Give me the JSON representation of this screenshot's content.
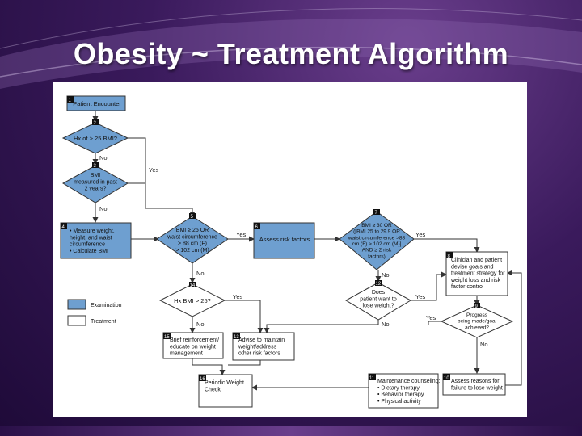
{
  "slide": {
    "title": "Obesity ~ Treatment Algorithm",
    "colors": {
      "exam_fill": "#6e9fd0",
      "treat_fill": "#ffffff",
      "stroke": "#333333"
    }
  },
  "flowchart": {
    "nodes": {
      "n1": {
        "num": "1",
        "lines": [
          "Patient Encounter"
        ]
      },
      "n2": {
        "num": "2",
        "lines": [
          "Hx of > 25 BMI?"
        ]
      },
      "n3": {
        "num": "3",
        "lines": [
          "BMI",
          "measured in past",
          "2 years?"
        ]
      },
      "n4": {
        "num": "4",
        "lines": [
          "• Measure weight,",
          "height, and waist",
          "circumference",
          "• Calculate BMI"
        ]
      },
      "n5": {
        "num": "5",
        "lines": [
          "BMI ≥ 25 OR",
          "waist circumference",
          "> 88 cm (F)",
          "> 102 cm (M)"
        ]
      },
      "n6": {
        "num": "6",
        "lines": [
          "Assess risk factors"
        ]
      },
      "n7": {
        "num": "7",
        "lines": [
          "BMI ≥ 30 OR",
          "([BMI 25 to 29.9 OR",
          "waist circumference >88",
          "cm (F) > 102 cm (M)]",
          "AND ≥ 2 risk",
          "factors)"
        ]
      },
      "n8": {
        "num": "8",
        "lines": [
          "Clinician and patient",
          "devise goals and",
          "treatment strategy for",
          "weight loss and risk",
          "factor control"
        ]
      },
      "n9": {
        "num": "9",
        "lines": [
          "Progress",
          "being made/goal",
          "achieved?"
        ]
      },
      "n10": {
        "num": "10",
        "lines": [
          "Assess reasons for",
          "failure to lose weight"
        ]
      },
      "n11": {
        "num": "11",
        "lines": [
          "Maintenance counseling:",
          "• Dietary therapy",
          "• Behavior therapy",
          "• Physical activity"
        ]
      },
      "n12": {
        "num": "12",
        "lines": [
          "Does",
          "patient want to",
          "lose weight?"
        ]
      },
      "n13": {
        "num": "13",
        "lines": [
          "Advise to maintain",
          "weight/address",
          "other risk factors"
        ]
      },
      "n14": {
        "num": "14",
        "lines": [
          "Hx BMI > 25?"
        ]
      },
      "n15": {
        "num": "15",
        "lines": [
          "Brief reinforcement/",
          "educate on weight",
          "management"
        ]
      },
      "n16": {
        "num": "16",
        "lines": [
          "Periodic Weight",
          "Check"
        ]
      }
    },
    "edge_labels": {
      "yes": "Yes",
      "no": "No"
    },
    "legend": {
      "examination": "Examination",
      "treatment": "Treatment"
    }
  }
}
